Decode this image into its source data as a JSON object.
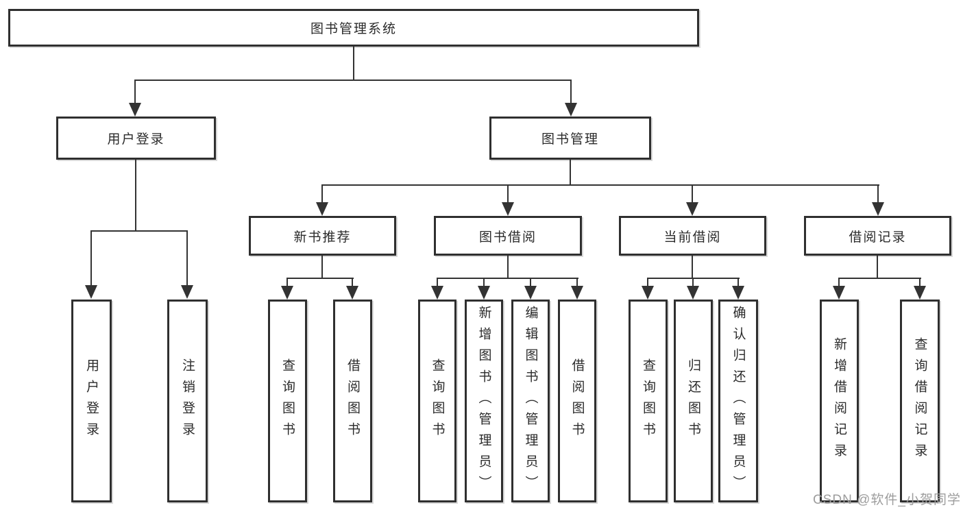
{
  "diagram": {
    "root": "图书管理系统",
    "level2": [
      "用户登录",
      "图书管理"
    ],
    "level3": [
      "新书推荐",
      "图书借阅",
      "当前借阅",
      "借阅记录"
    ],
    "leaves_login": [
      "用户登录",
      "注销登录"
    ],
    "leaves_newbook": [
      "查询图书",
      "借阅图书"
    ],
    "leaves_borrow": [
      "查询图书",
      "新增图书（管理员）",
      "编辑图书（管理员）",
      "借阅图书"
    ],
    "leaves_current": [
      "查询图书",
      "归还图书",
      "确认归还（管理员）"
    ],
    "leaves_records": [
      "新增借阅记录",
      "查询借阅记录"
    ]
  },
  "watermark": "CSDN @软件_小贺同学",
  "colors": {
    "line": "#333333",
    "border": "#2f2f2f",
    "text": "#2b2b2b",
    "watermark": "#9d9d9d",
    "background": "#ffffff"
  }
}
